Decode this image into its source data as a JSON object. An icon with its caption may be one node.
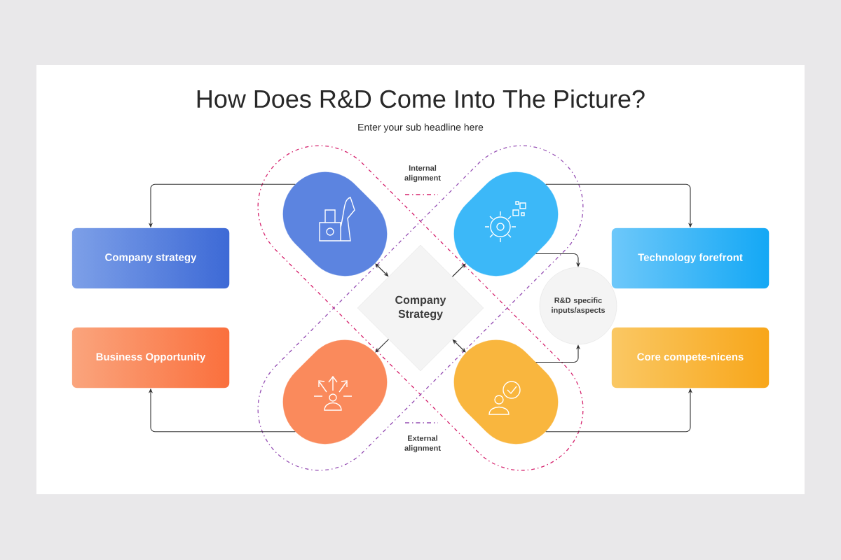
{
  "diagram": {
    "title": "How Does R&D Come Into The Picture?",
    "nodes": [
      {
        "text": [
          "Company strategy"
        ]
      },
      {
        "text": [],
        "shape": "box"
      },
      {
        "text": [],
        "shape": "box"
      },
      {
        "text": [
          "Technology forefront"
        ]
      },
      {
        "text": [
          "Company Strategy"
        ]
      },
      {
        "text": [
          "R&D specific inputs/aspects"
        ]
      },
      {
        "text": [
          "Business Opportunity"
        ]
      },
      {
        "text": [],
        "shape": "box"
      },
      {
        "text": [],
        "shape": "box"
      },
      {
        "text": [
          "Core compete-nicens"
        ]
      }
    ],
    "edges": [
      {
        "from": 1,
        "to": 0,
        "arrow": "to"
      },
      {
        "from": 2,
        "to": 3,
        "arrow": "to"
      },
      {
        "from": 2,
        "to": 5,
        "arrow": "to"
      },
      {
        "from": 4,
        "to": 1,
        "arrow": "both"
      },
      {
        "from": 4,
        "to": 2,
        "arrow": "to"
      },
      {
        "from": 4,
        "to": 7,
        "arrow": "to"
      },
      {
        "from": 4,
        "to": 8,
        "arrow": "both"
      },
      {
        "from": 8,
        "to": 5,
        "arrow": "to"
      },
      {
        "from": 7,
        "to": 6,
        "arrow": "to"
      },
      {
        "from": 8,
        "to": 9,
        "arrow": "to"
      }
    ],
    "labels": [
      "Enter your sub headline here"
    ],
    "legend": [
      {
        "text": "Internal alignment"
      },
      {
        "text": "External alignment"
      }
    ]
  }
}
